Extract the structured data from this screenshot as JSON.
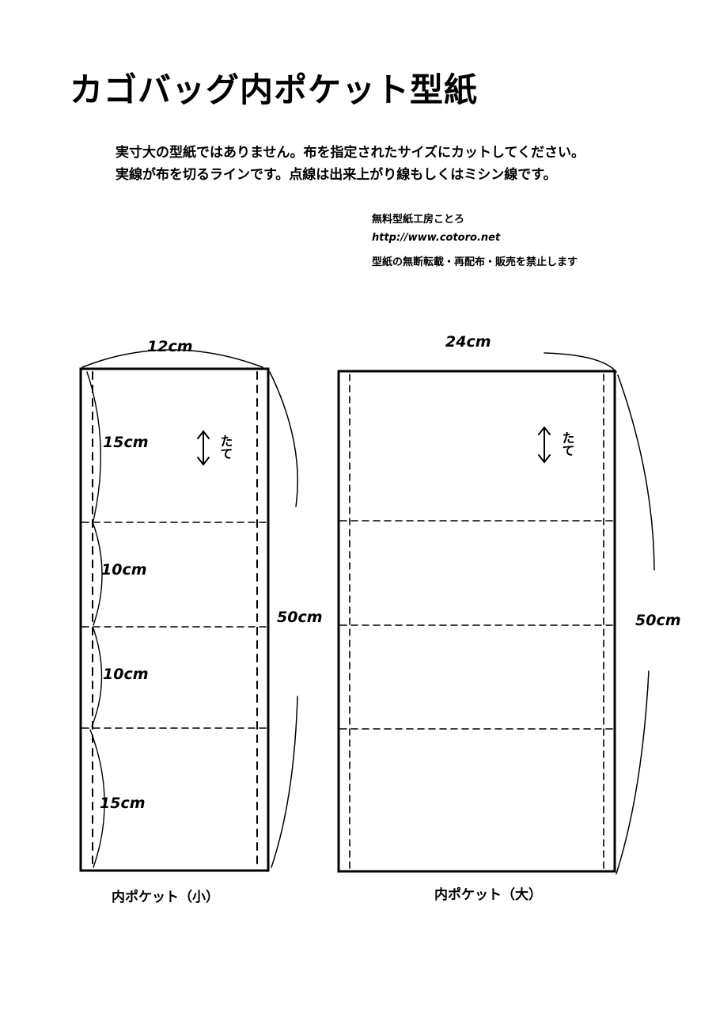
{
  "title": "カゴバッグ内ポケット型紙",
  "description": {
    "line1": "実寸大の型紙ではありません。布を指定されたサイズにカットしてください。",
    "line2": "実線が布を切るラインです。点線は出来上がり線もしくはミシン線です。"
  },
  "credit": {
    "name": "無料型紙工房ことろ",
    "url": "http://www.cotoro.net",
    "note": "型紙の無断転載・再配布・販売を禁止します"
  },
  "patterns": {
    "small": {
      "width_label": "12cm",
      "height_label": "50cm",
      "sections": [
        "15cm",
        "10cm",
        "10cm",
        "15cm"
      ],
      "grain_label": "たて",
      "caption": "内ポケット（小）"
    },
    "large": {
      "width_label": "24cm",
      "height_label": "50cm",
      "grain_label": "たて",
      "caption": "内ポケット（大）"
    }
  },
  "colors": {
    "line": "#000000",
    "background": "#ffffff"
  }
}
